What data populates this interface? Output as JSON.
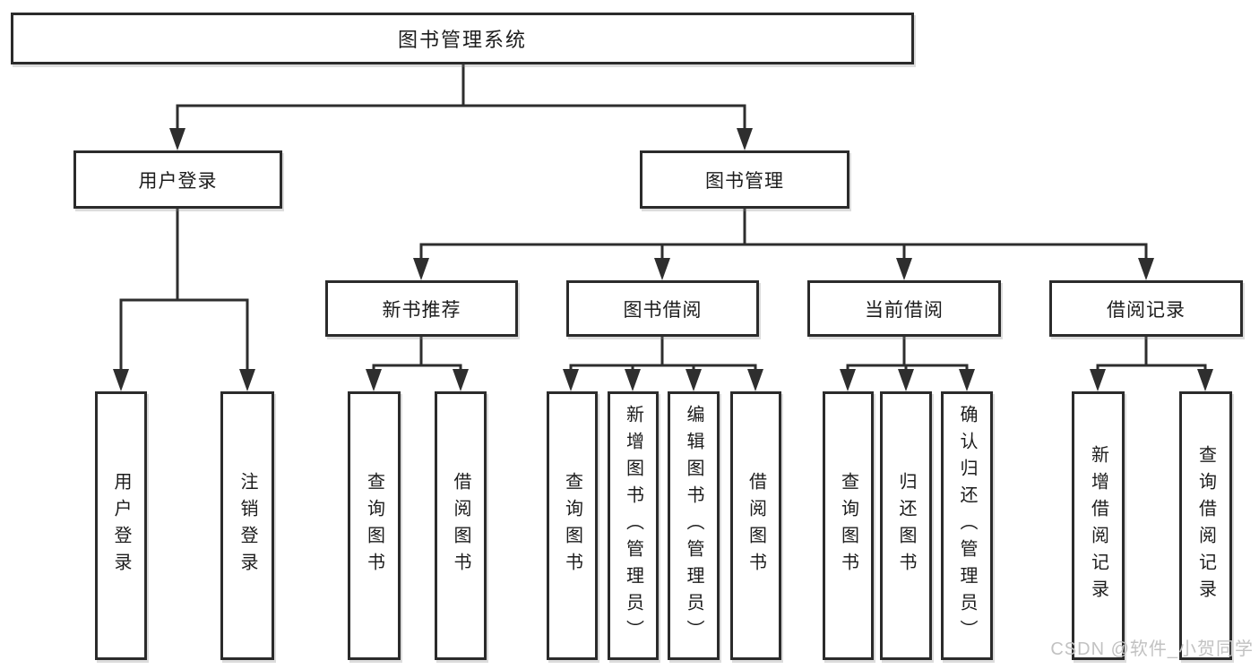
{
  "tree": {
    "label": "图书管理系统",
    "children": [
      {
        "label": "用户登录",
        "children": [
          {
            "label": "用户登录"
          },
          {
            "label": "注销登录"
          }
        ]
      },
      {
        "label": "图书管理",
        "children": [
          {
            "label": "新书推荐",
            "children": [
              {
                "label": "查询图书"
              },
              {
                "label": "借阅图书"
              }
            ]
          },
          {
            "label": "图书借阅",
            "children": [
              {
                "label": "查询图书"
              },
              {
                "label": "新增图书（管理员）"
              },
              {
                "label": "编辑图书（管理员）"
              },
              {
                "label": "借阅图书"
              }
            ]
          },
          {
            "label": "当前借阅",
            "children": [
              {
                "label": "查询图书"
              },
              {
                "label": "归还图书"
              },
              {
                "label": "确认归还（管理员）"
              }
            ]
          },
          {
            "label": "借阅记录",
            "children": [
              {
                "label": "新增借阅记录"
              },
              {
                "label": "查询借阅记录"
              }
            ]
          }
        ]
      }
    ]
  },
  "watermark": {
    "text": "CSDN @软件_小贺同学"
  },
  "colors": {
    "line": "#2e2e2e",
    "border": "#2b2b2b",
    "text": "#1c1c1c",
    "background": "#ffffff",
    "watermark": "#c2c2c2"
  }
}
